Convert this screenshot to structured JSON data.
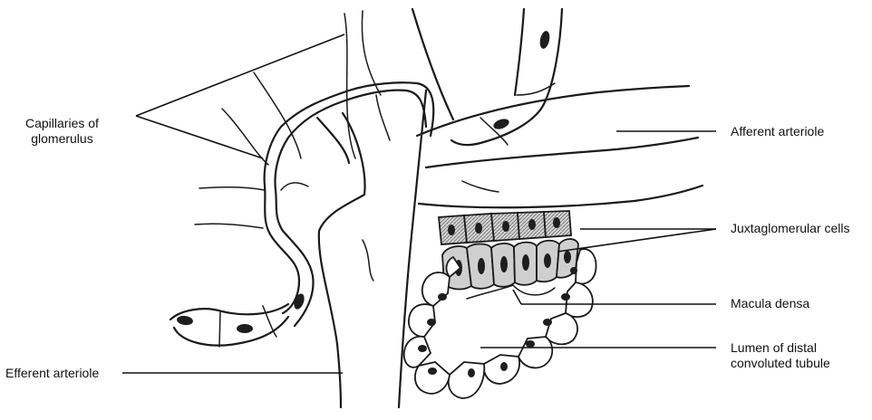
{
  "labels": {
    "capillaries_line1": "Capillaries of",
    "capillaries_line2": "glomerulus",
    "afferent": "Afferent arteriole",
    "juxtaglomerular": "Juxtaglomerular cells",
    "macula": "Macula densa",
    "lumen_line1": "Lumen of distal",
    "lumen_line2": "convoluted tubule",
    "efferent": "Efferent arteriole"
  },
  "colors": {
    "ink": "#1a1a1a",
    "hatch_fill": "#bdbdbd",
    "background": "#ffffff"
  }
}
